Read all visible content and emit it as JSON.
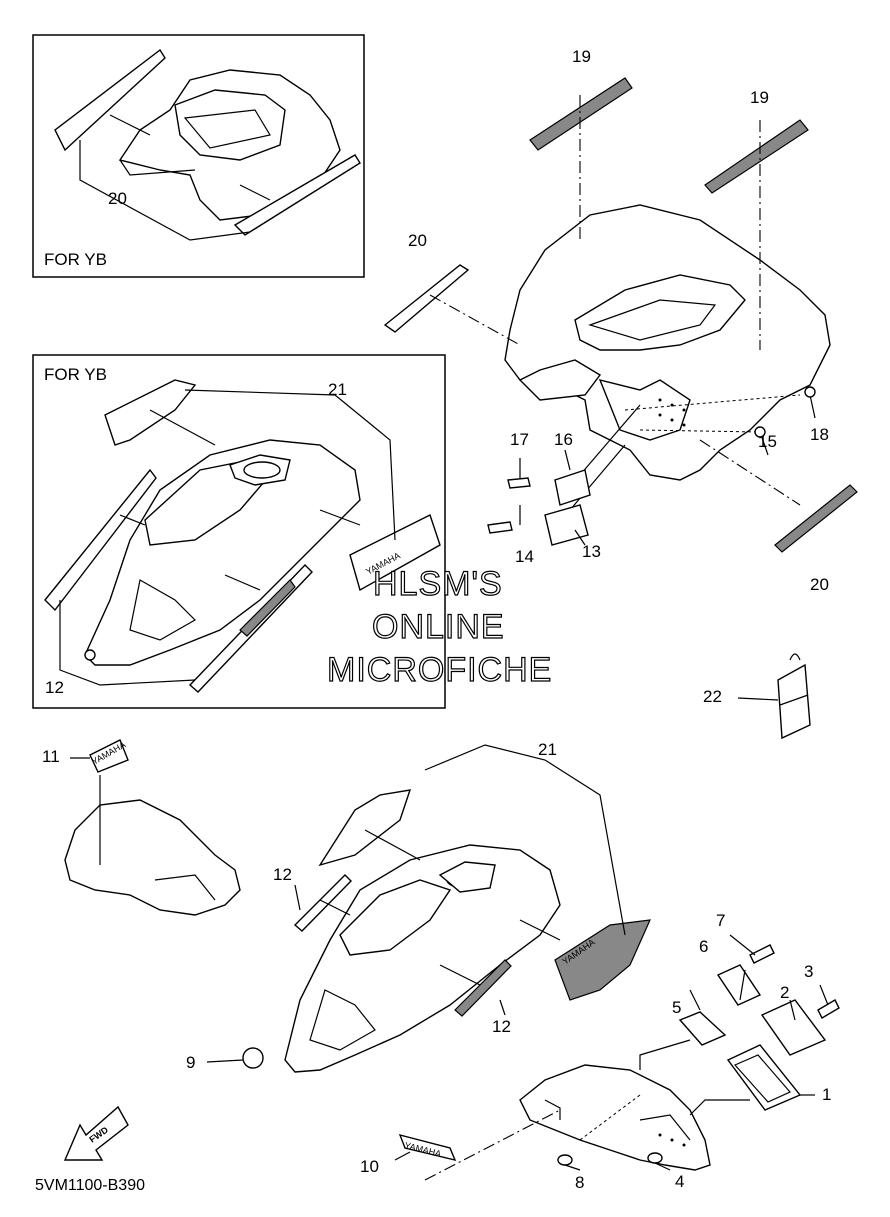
{
  "diagram": {
    "inset_labels": [
      "FOR YB",
      "FOR YB"
    ],
    "watermark": [
      "HLSM'S",
      "ONLINE",
      "MICROFICHE"
    ],
    "figure_code": "5VM1100-B390",
    "fwd_label": "FWD",
    "decal_text": "YAMAHA",
    "callouts": {
      "c1": "1",
      "c2": "2",
      "c3": "3",
      "c4": "4",
      "c5": "5",
      "c6": "6",
      "c7": "7",
      "c8": "8",
      "c9": "9",
      "c10": "10",
      "c11": "11",
      "c12a": "12",
      "c12b": "12",
      "c12c": "12",
      "c13": "13",
      "c14": "14",
      "c15": "15",
      "c16": "16",
      "c17": "17",
      "c18": "18",
      "c19a": "19",
      "c19b": "19",
      "c20a": "20",
      "c20b": "20",
      "c20c": "20",
      "c21a": "21",
      "c21b": "21",
      "c22": "22"
    }
  }
}
